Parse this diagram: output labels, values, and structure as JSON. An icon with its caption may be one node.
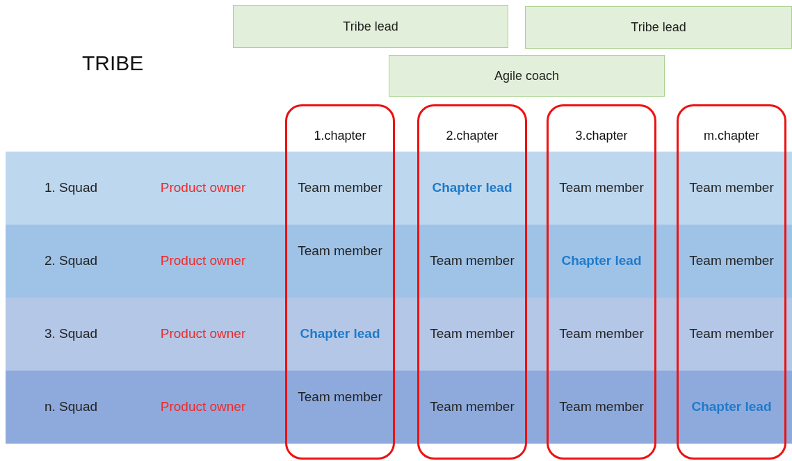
{
  "diagram": {
    "title": "TRIBE",
    "nodes": [
      {
        "text": [
          "Tribe lead"
        ]
      },
      {
        "text": [
          "Tribe lead"
        ]
      },
      {
        "text": [
          "Agile coach"
        ]
      },
      {
        "text": [
          "1. Squad",
          "Product owner"
        ]
      },
      {
        "text": [
          "2. Squad",
          "Product owner"
        ]
      },
      {
        "text": [
          "3. Squad",
          "Product owner"
        ]
      },
      {
        "text": [
          "n. Squad",
          "Product owner"
        ]
      },
      {
        "text": [
          "1.chapter"
        ]
      },
      {
        "text": [
          "2.chapter"
        ]
      },
      {
        "text": [
          "3.chapter"
        ]
      },
      {
        "text": [
          "m.chapter"
        ]
      }
    ],
    "labels": [
      "Team member",
      "Chapter lead",
      "Team member",
      "Team member",
      "Team member",
      "Team member",
      "Chapter lead",
      "Team member",
      "Chapter lead",
      "Team member",
      "Team member",
      "Team member",
      "Team member",
      "Team member",
      "Team member",
      "Chapter lead"
    ]
  }
}
